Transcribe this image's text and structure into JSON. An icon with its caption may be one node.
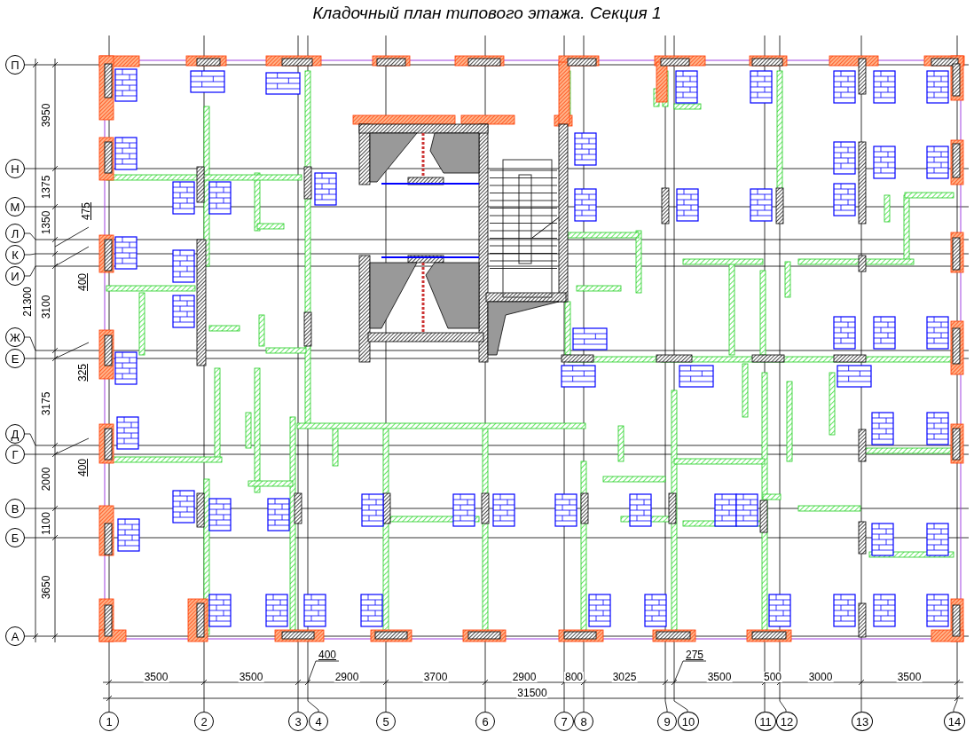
{
  "diagram": {
    "title": "Кладочный план типового этажа. Секция 1",
    "nodes": [
      {
        "text": [
          "П"
        ]
      },
      {
        "text": [
          "Н"
        ]
      },
      {
        "text": [
          "М"
        ]
      },
      {
        "text": [
          "Л"
        ]
      },
      {
        "text": [
          "К"
        ]
      },
      {
        "text": [
          "И"
        ]
      },
      {
        "text": [
          "Ж"
        ]
      },
      {
        "text": [
          "Е"
        ]
      },
      {
        "text": [
          "Д"
        ]
      },
      {
        "text": [
          "Г"
        ]
      },
      {
        "text": [
          "В"
        ]
      },
      {
        "text": [
          "Б"
        ]
      },
      {
        "text": [
          "А"
        ]
      },
      {
        "text": [
          "1"
        ]
      },
      {
        "text": [
          "2"
        ]
      },
      {
        "text": [
          "3"
        ]
      },
      {
        "text": [
          "4"
        ]
      },
      {
        "text": [
          "5"
        ]
      },
      {
        "text": [
          "6"
        ]
      },
      {
        "text": [
          "7"
        ]
      },
      {
        "text": [
          "8"
        ]
      },
      {
        "text": [
          "9"
        ]
      },
      {
        "text": [
          "10"
        ]
      },
      {
        "text": [
          "11"
        ]
      },
      {
        "text": [
          "12"
        ]
      },
      {
        "text": [
          "13"
        ]
      },
      {
        "text": [
          "14"
        ]
      }
    ],
    "labels": [
      "3950",
      "1375",
      "475",
      "1350",
      "400",
      "21300",
      "3100",
      "325",
      "3175",
      "400",
      "2000",
      "1100",
      "3650",
      "400",
      "275",
      "3500",
      "3500",
      "2900",
      "3700",
      "2900",
      "800",
      "3025",
      "3500",
      "500",
      "3000",
      "3500",
      "31500"
    ]
  }
}
